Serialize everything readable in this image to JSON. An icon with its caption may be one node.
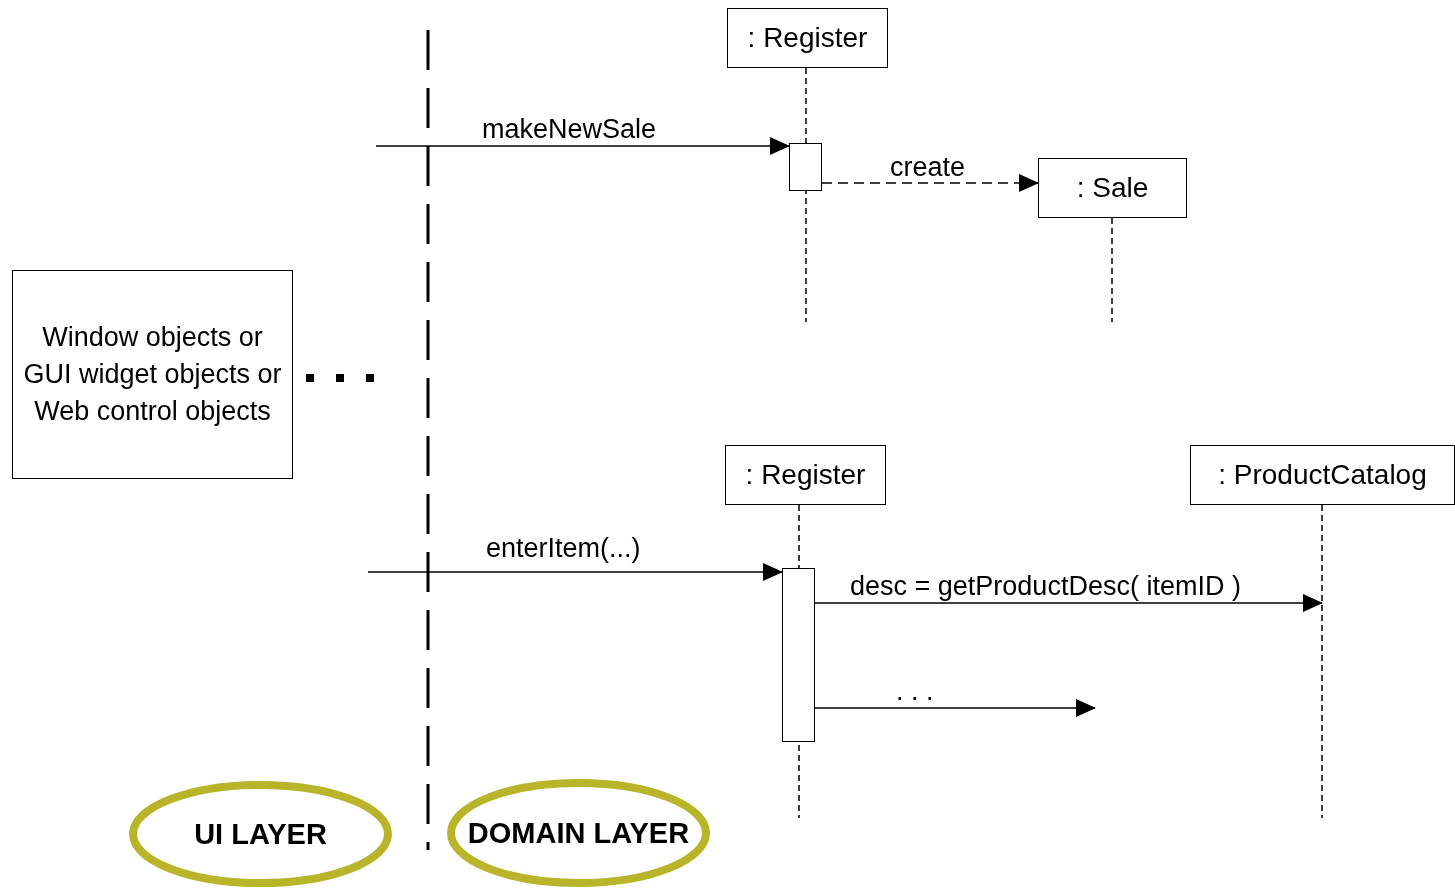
{
  "diagram": {
    "nodes": [
      {
        "text": [
          ": Register"
        ]
      },
      {
        "text": [],
        "shape": "box"
      },
      {
        "text": [
          ": Sale"
        ]
      },
      {
        "text": [
          "Window objects or GUI widget objects or Web control objects"
        ]
      },
      {
        "text": [
          ": Register"
        ]
      },
      {
        "text": [
          ": ProductCatalog"
        ]
      },
      {
        "text": [],
        "shape": "box"
      },
      {
        "text": [
          "UI LAYER"
        ]
      },
      {
        "text": [
          "DOMAIN LAYER"
        ]
      }
    ],
    "edges": [
      {
        "from": null,
        "to": 1,
        "arrow": "to",
        "label": "makeNewSale"
      },
      {
        "from": 1,
        "to": 2,
        "arrow": "to",
        "label": "create",
        "style": "dashed"
      },
      {
        "from": null,
        "to": 6,
        "arrow": "to",
        "label": "enterItem(...)"
      },
      {
        "from": 6,
        "to": 5,
        "arrow": "to",
        "label": "desc = getProductDesc( itemID )"
      },
      {
        "from": 6,
        "to": null,
        "arrow": "to",
        "label": ". . ."
      }
    ]
  }
}
